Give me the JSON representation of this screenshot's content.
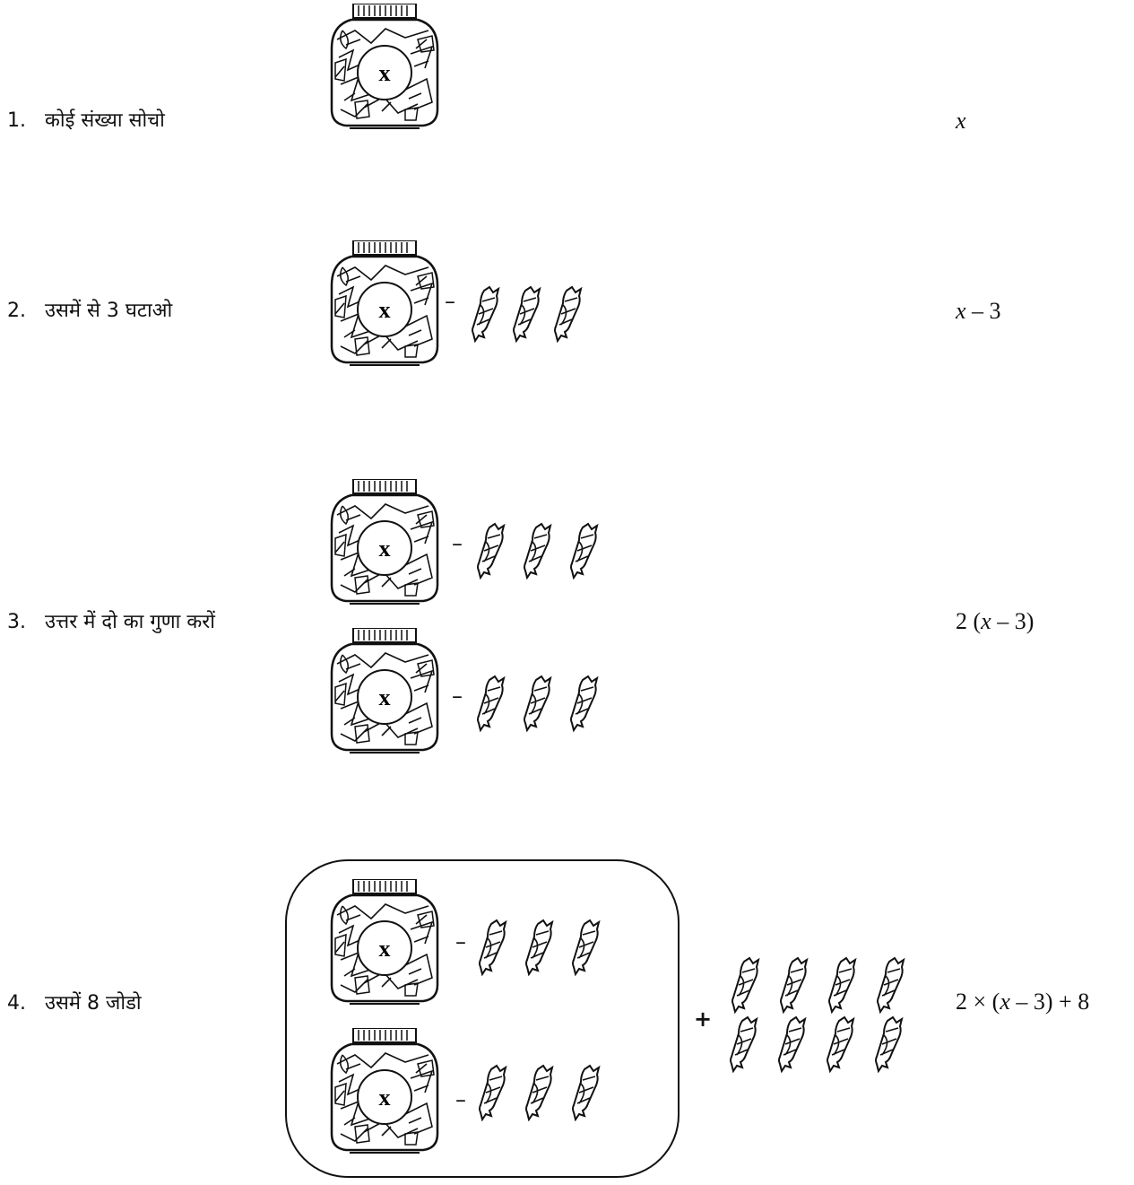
{
  "steps": [
    {
      "number": "1.",
      "text": "कोई संख्या सोचो",
      "expression": "x"
    },
    {
      "number": "2.",
      "text": "उसमें से 3 घटाओ",
      "expression": "x – 3"
    },
    {
      "number": "3.",
      "text": "उत्तर में दो का गुणा करों",
      "expression": "2 (x – 3)"
    },
    {
      "number": "4.",
      "text": "उसमें 8 जोडो",
      "expression": "2 × (x – 3) + 8"
    }
  ],
  "jar_label": "x",
  "minus_sign": "–",
  "plus_sign": "+",
  "icons": {
    "jar": "candy-jar-icon",
    "candy": "candy-icon"
  }
}
